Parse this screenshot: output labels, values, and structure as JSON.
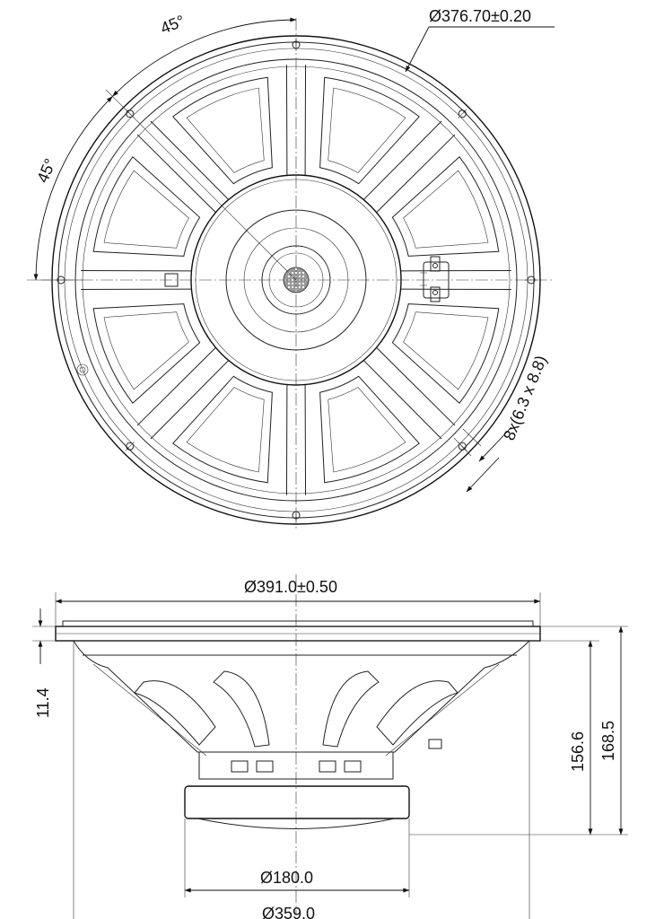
{
  "front_view": {
    "angle_top": "45°",
    "angle_left": "45°",
    "bolt_circle": "Ø376.70±0.20",
    "mount_holes": "8x(6.3 x 8.8)"
  },
  "side_view": {
    "outer_diameter": "Ø391.0±0.50",
    "flange_height": "11.4",
    "depth_a": "156.6",
    "depth_b": "168.5",
    "magnet_diameter": "Ø180.0",
    "cutout_diameter": "Ø359.0"
  }
}
